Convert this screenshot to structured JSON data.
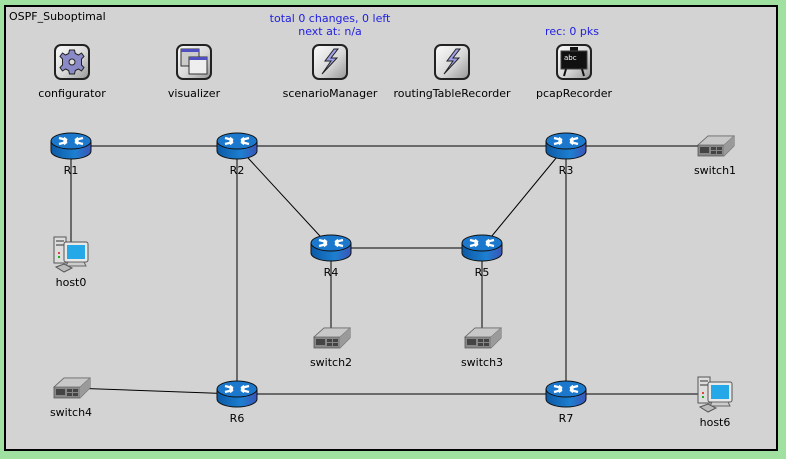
{
  "network": {
    "title": "OSPF_Suboptimal"
  },
  "modules": [
    {
      "id": "configurator",
      "label": "configurator",
      "icon": "gear-icon"
    },
    {
      "id": "visualizer",
      "label": "visualizer",
      "icon": "windows-icon"
    },
    {
      "id": "scenarioManager",
      "label": "scenarioManager",
      "icon": "lightning-icon",
      "status": [
        "total 0 changes, 0 left",
        "next at: n/a"
      ]
    },
    {
      "id": "routingTableRecorder",
      "label": "routingTableRecorder",
      "icon": "lightning-icon"
    },
    {
      "id": "pcapRecorder",
      "label": "pcapRecorder",
      "icon": "blackboard-icon",
      "icon_text": "abc",
      "status": [
        "rec: 0 pks"
      ]
    }
  ],
  "nodes": [
    {
      "id": "R1",
      "label": "R1",
      "type": "router"
    },
    {
      "id": "R2",
      "label": "R2",
      "type": "router"
    },
    {
      "id": "R3",
      "label": "R3",
      "type": "router"
    },
    {
      "id": "R4",
      "label": "R4",
      "type": "router"
    },
    {
      "id": "R5",
      "label": "R5",
      "type": "router"
    },
    {
      "id": "R6",
      "label": "R6",
      "type": "router"
    },
    {
      "id": "R7",
      "label": "R7",
      "type": "router"
    },
    {
      "id": "host0",
      "label": "host0",
      "type": "host"
    },
    {
      "id": "host6",
      "label": "host6",
      "type": "host"
    },
    {
      "id": "switch1",
      "label": "switch1",
      "type": "switch"
    },
    {
      "id": "switch2",
      "label": "switch2",
      "type": "switch"
    },
    {
      "id": "switch3",
      "label": "switch3",
      "type": "switch"
    },
    {
      "id": "switch4",
      "label": "switch4",
      "type": "switch"
    }
  ],
  "links": [
    [
      "R1",
      "R2"
    ],
    [
      "R2",
      "R3"
    ],
    [
      "R3",
      "switch1"
    ],
    [
      "R1",
      "host0"
    ],
    [
      "R2",
      "R4"
    ],
    [
      "R4",
      "R5"
    ],
    [
      "R5",
      "R3"
    ],
    [
      "R2",
      "R6"
    ],
    [
      "R3",
      "R7"
    ],
    [
      "R4",
      "switch2"
    ],
    [
      "R5",
      "switch3"
    ],
    [
      "switch4",
      "R6"
    ],
    [
      "R6",
      "R7"
    ],
    [
      "R7",
      "host6"
    ]
  ],
  "colors": {
    "background": "#a0e0a0",
    "canvas": "#d3d3d3",
    "status_text": "#2020e0",
    "router_blue": "#1a6fc0"
  }
}
